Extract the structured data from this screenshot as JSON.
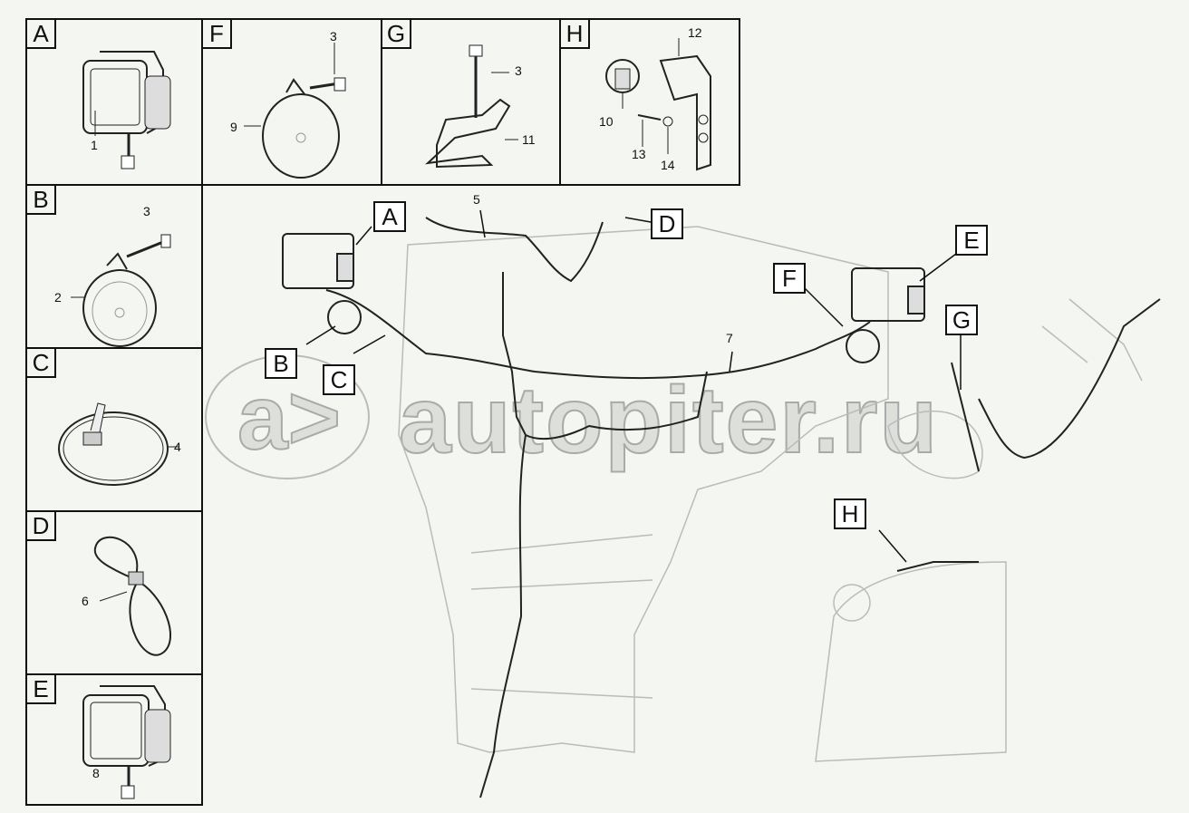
{
  "panels": [
    {
      "tag": "A",
      "numbers": [
        "1"
      ]
    },
    {
      "tag": "B",
      "numbers": [
        "3",
        "2"
      ]
    },
    {
      "tag": "C",
      "numbers": [
        "4"
      ]
    },
    {
      "tag": "D",
      "numbers": [
        "6"
      ]
    },
    {
      "tag": "E",
      "numbers": [
        "8"
      ]
    },
    {
      "tag": "F",
      "numbers": [
        "3",
        "9"
      ]
    },
    {
      "tag": "G",
      "numbers": [
        "3",
        "11"
      ]
    },
    {
      "tag": "H",
      "numbers": [
        "12",
        "10",
        "13",
        "14"
      ]
    }
  ],
  "main": {
    "callouts": [
      "A",
      "B",
      "C",
      "D",
      "E",
      "F",
      "G",
      "H"
    ],
    "numbers": [
      "5",
      "7"
    ]
  },
  "watermark": "autopiter.ru"
}
